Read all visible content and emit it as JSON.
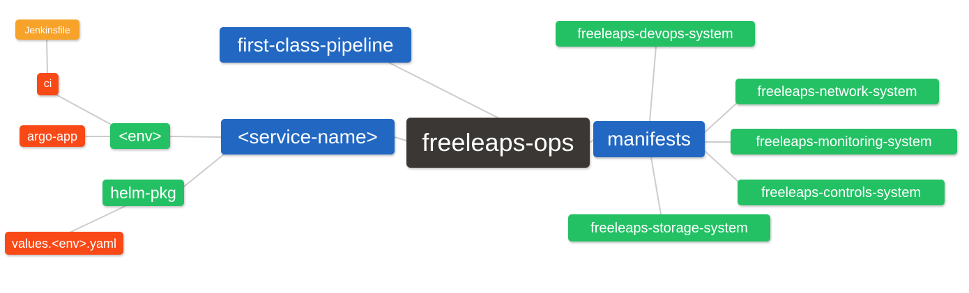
{
  "diagram": {
    "type": "mindmap",
    "colors": {
      "root_node": "#3B3734",
      "branch_blue": "#2268C2",
      "leaf_green": "#23C164",
      "leaf_orange": "#F94917",
      "leaf_amber": "#F7A229",
      "edge_line": "#CCCCCC",
      "node_text": "#FFFFFF",
      "background": "#FFFFFF"
    },
    "nodes": {
      "freeleaps_ops": {
        "label": "freeleaps-ops"
      },
      "first_class_pipeline": {
        "label": "first-class-pipeline"
      },
      "service_name": {
        "label": "<service-name>"
      },
      "manifests": {
        "label": "manifests"
      },
      "env": {
        "label": "<env>"
      },
      "helm_pkg": {
        "label": "helm-pkg"
      },
      "ci": {
        "label": "ci"
      },
      "jenkinsfile": {
        "label": "Jenkinsfile"
      },
      "argo_app": {
        "label": "argo-app"
      },
      "values_env_yaml": {
        "label": "values.<env>.yaml"
      },
      "devops_system": {
        "label": "freeleaps-devops-system"
      },
      "network_system": {
        "label": "freeleaps-network-system"
      },
      "monitoring_system": {
        "label": "freeleaps-monitoring-system"
      },
      "controls_system": {
        "label": "freeleaps-controls-system"
      },
      "storage_system": {
        "label": "freeleaps-storage-system"
      }
    },
    "edges": [
      {
        "from": "jenkinsfile",
        "to": "ci"
      },
      {
        "from": "ci",
        "to": "env"
      },
      {
        "from": "argo_app",
        "to": "env"
      },
      {
        "from": "env",
        "to": "service_name"
      },
      {
        "from": "helm_pkg",
        "to": "service_name"
      },
      {
        "from": "values_env_yaml",
        "to": "helm_pkg"
      },
      {
        "from": "first_class_pipeline",
        "to": "freeleaps_ops"
      },
      {
        "from": "service_name",
        "to": "freeleaps_ops"
      },
      {
        "from": "freeleaps_ops",
        "to": "manifests"
      },
      {
        "from": "manifests",
        "to": "devops_system"
      },
      {
        "from": "manifests",
        "to": "network_system"
      },
      {
        "from": "manifests",
        "to": "monitoring_system"
      },
      {
        "from": "manifests",
        "to": "controls_system"
      },
      {
        "from": "manifests",
        "to": "storage_system"
      }
    ]
  }
}
